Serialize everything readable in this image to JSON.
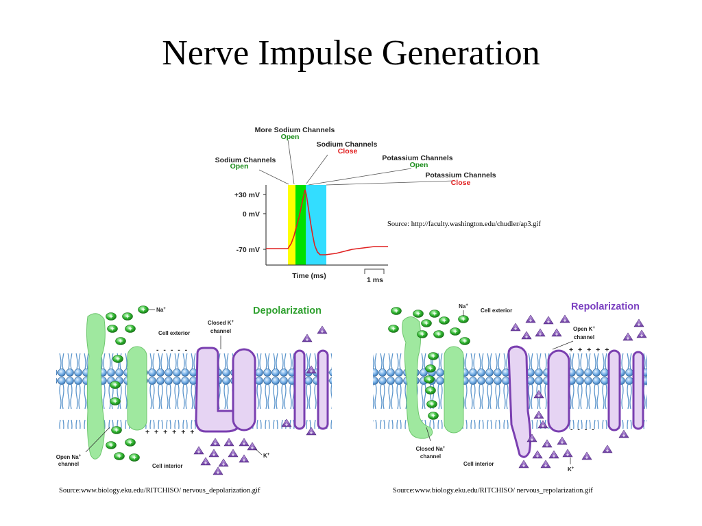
{
  "slide": {
    "title": "Nerve Impulse Generation"
  },
  "action_potential": {
    "annotations": [
      {
        "name": "More Sodium Channels",
        "state": "Open"
      },
      {
        "name": "Sodium Channels",
        "state": "Close"
      },
      {
        "name": "Sodium Channels",
        "state": "Open"
      },
      {
        "name": "Potassium Channels",
        "state": "Open"
      },
      {
        "name": "Potassium Channels",
        "state": "Close"
      }
    ],
    "y_labels": [
      "+30 mV",
      "0 mV",
      "-70 mV"
    ],
    "xlabel": "Time (ms)",
    "scale": "1 ms",
    "source": "Source: http://faculty.washington.edu/chudler/ap3.gif",
    "colors": {
      "trace": "#e02020",
      "open": "#1a8c1a",
      "close": "#e01a1a",
      "band_yellow": "#ffff00",
      "band_green": "#00e000",
      "band_cyan": "#33ddff"
    }
  },
  "depolarization": {
    "title": "Depolarization",
    "ion_na": "Na",
    "cell_exterior": "Cell exterior",
    "cell_interior": "Cell interior",
    "closed_k_channel": [
      "Closed K",
      "channel"
    ],
    "open_na_channel": [
      "Open Na",
      "channel"
    ],
    "ion_k": "K",
    "charges_top": "- - - - -",
    "charges_bottom": "+ + + + + +",
    "source": "Source:www.biology.eku.edu/RITCHISO/ nervous_depolarization.gif",
    "title_color": "#2ea02e"
  },
  "repolarization": {
    "title": "Repolarization",
    "ion_na": "Na",
    "cell_exterior": "Cell exterior",
    "cell_interior": "Cell interior",
    "open_k_channel": [
      "Open K",
      "channel"
    ],
    "closed_na_channel": [
      "Closed Na",
      "channel"
    ],
    "ion_k": "K",
    "charges_top": "+ + + + +",
    "charges_bottom": "- - - -",
    "source": "Source:www.biology.eku.edu/RITCHISO/ nervous_repolarization.gif",
    "title_color": "#7a3fc0"
  },
  "glyphs": {
    "plus": "+",
    "sup_plus": "+"
  }
}
